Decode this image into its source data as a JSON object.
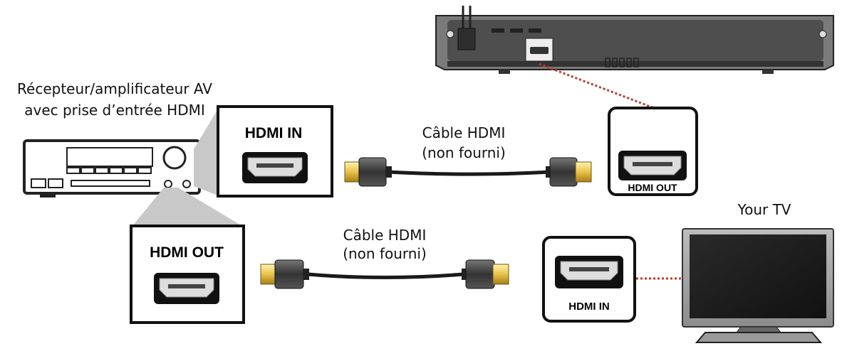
{
  "labels": {
    "receiver_line1": "Récepteur/amplificateur AV",
    "receiver_line2": "avec prise d’entrée HDMI",
    "cable_top_line1": "Câble HDMI",
    "cable_top_line2": "(non fourni)",
    "cable_bottom_line1": "Câble HDMI",
    "cable_bottom_line2": "(non fourni)",
    "your_tv": "Your TV"
  },
  "ports": {
    "receiver_in": "HDMI IN",
    "receiver_out": "HDMI OUT",
    "player_out": "HDMI OUT",
    "tv_in": "HDMI IN"
  },
  "colors": {
    "dotted_link": "#c0392b",
    "connector_gold": "#e8c24a",
    "device_gray": "#5a5a5a",
    "callout_gray": "#c8c8c8"
  }
}
